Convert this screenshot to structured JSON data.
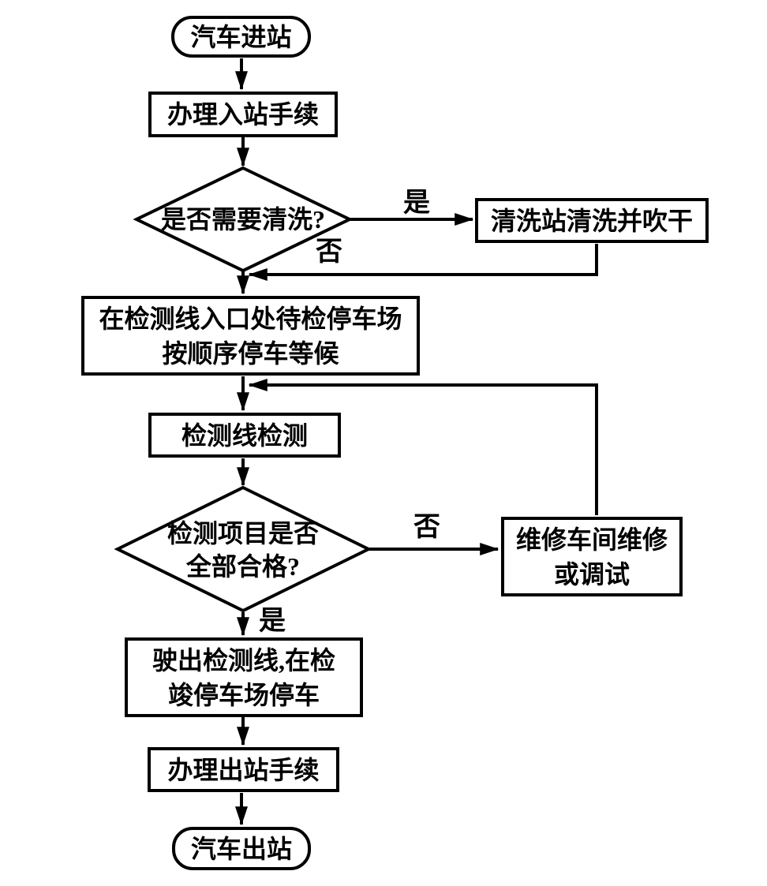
{
  "figure": {
    "type": "flowchart",
    "background_color": "#ffffff",
    "line_color": "#000000",
    "description": "vehicle inspection station process flowchart"
  },
  "nodes": {
    "start": {
      "shape": "terminator",
      "label": "汽车进站"
    },
    "entry_procedure": {
      "shape": "process",
      "label": "办理入站手续"
    },
    "wash_decision": {
      "shape": "decision",
      "label": "是否需要清洗?"
    },
    "wash_station": {
      "shape": "process",
      "label": "清洗站清洗并吹干"
    },
    "wait_parking": {
      "shape": "process",
      "lines": [
        "在检测线入口处待检停车场",
        "按顺序停车等候"
      ]
    },
    "inspection": {
      "shape": "process",
      "label": "检测线检测"
    },
    "pass_decision": {
      "shape": "decision",
      "lines": [
        "检测项目是否",
        "全部合格?"
      ]
    },
    "repair_shop": {
      "shape": "process",
      "lines": [
        "维修车间维修",
        "或调试"
      ]
    },
    "drive_out": {
      "shape": "process",
      "lines": [
        "驶出检测线,在检",
        "竣停车场停车"
      ]
    },
    "exit_procedure": {
      "shape": "process",
      "label": "办理出站手续"
    },
    "end": {
      "shape": "terminator",
      "label": "汽车出站"
    }
  },
  "edge_labels": {
    "wash_yes": "是",
    "wash_no": "否",
    "pass_no": "否",
    "pass_yes": "是"
  }
}
